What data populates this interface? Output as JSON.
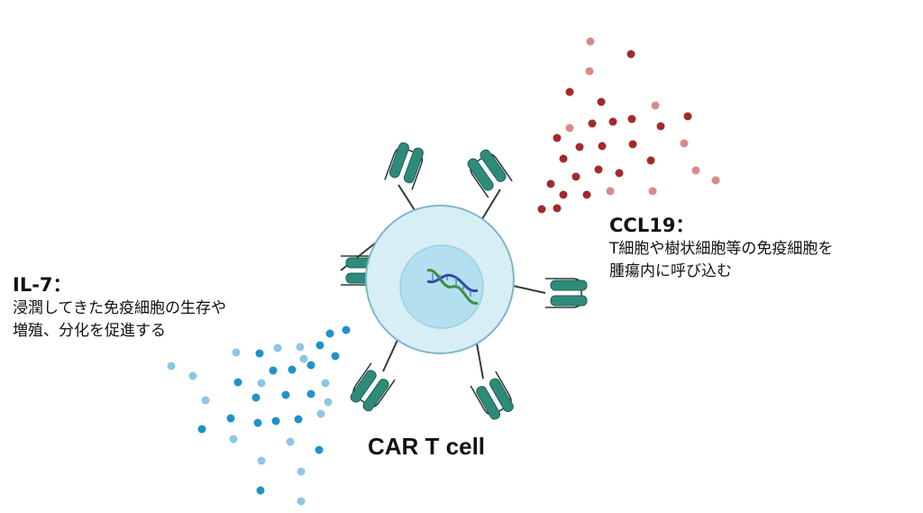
{
  "il7": {
    "title": "IL-7：",
    "desc_line1": "浸潤してきた免疫細胞の生存や",
    "desc_line2": "増殖、分化を促進する"
  },
  "ccl19": {
    "title": "CCL19：",
    "desc_line1": "T細胞や樹状細胞等の免疫細胞を",
    "desc_line2": "腫瘍内に呼び込む"
  },
  "cell": {
    "caption": "CAR T cell"
  },
  "colors": {
    "receptor": "#2e8b7a",
    "receptor_dark": "#1f5f54",
    "cell_outer": "#d7eef5",
    "cell_ring": "#8ec5d6",
    "nucleus": "#b3dff0",
    "il7_dark": "#1f93c9",
    "il7_light": "#8cc7e3",
    "ccl19_dark": "#a32a2a",
    "ccl19_light": "#d88b8b"
  },
  "icons": [
    "dna-helix-icon",
    "receptor-icon"
  ]
}
